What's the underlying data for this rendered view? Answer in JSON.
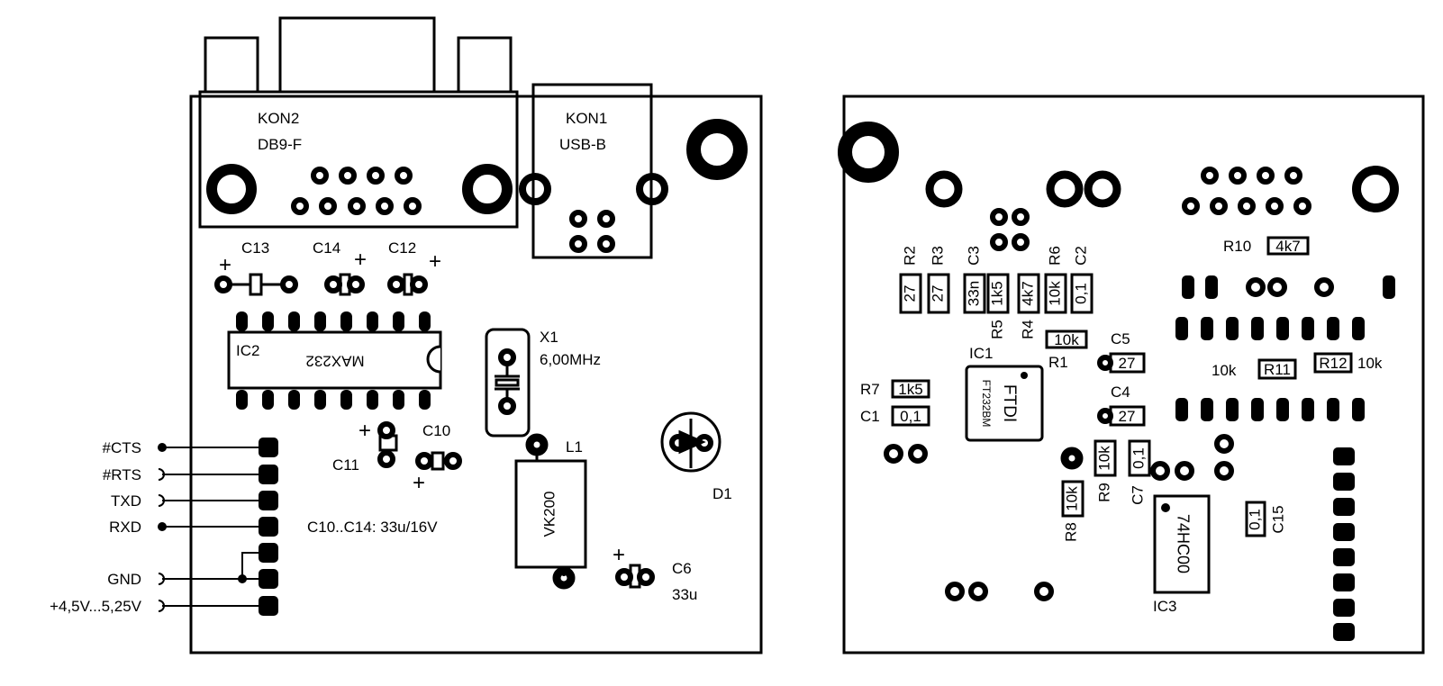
{
  "left_board": {
    "connector_kon2": {
      "ref": "KON2",
      "type": "DB9-F"
    },
    "connector_kon1": {
      "ref": "KON1",
      "type": "USB-B"
    },
    "caps_top": [
      "C13",
      "C14",
      "C12"
    ],
    "ic2": {
      "ref": "IC2",
      "part": "MAX232"
    },
    "crystal": {
      "ref": "X1",
      "value": "6,00MHz"
    },
    "cap_c10": "C10",
    "cap_c11": "C11",
    "cap_note": "C10..C14: 33u/16V",
    "inductor": {
      "ref": "L1",
      "value": "VK200"
    },
    "diode": "D1",
    "cap_c6": {
      "ref": "C6",
      "value": "33u"
    },
    "plus_sign": "+",
    "signals": [
      "#CTS",
      "#RTS",
      "TXD",
      "RXD",
      "GND",
      "+4,5V...5,25V"
    ]
  },
  "right_board": {
    "vertical_resistors": [
      {
        "ref": "R2",
        "value": "27"
      },
      {
        "ref": "R3",
        "value": "27"
      },
      {
        "ref": "C3",
        "value": "33n"
      },
      {
        "ref": "R5",
        "value": "1k5"
      },
      {
        "ref": "R4",
        "value": "4k7"
      },
      {
        "ref": "R6",
        "value": "10k"
      },
      {
        "ref": "C2",
        "value": "0,1"
      }
    ],
    "r10": {
      "ref": "R10",
      "value": "4k7"
    },
    "r1": {
      "ref": "R1",
      "value": "10k"
    },
    "c5": {
      "ref": "C5",
      "value": "27"
    },
    "c4": {
      "ref": "C4",
      "value": "27"
    },
    "r11": {
      "ref": "R11",
      "value": "10k"
    },
    "r12": {
      "ref": "R12",
      "value": "10k"
    },
    "r7": {
      "ref": "R7",
      "value": "1k5"
    },
    "c1": {
      "ref": "C1",
      "value": "0,1"
    },
    "ic1": {
      "ref": "IC1",
      "maker": "FTDI",
      "part": "FT232BM"
    },
    "r8": {
      "ref": "R8",
      "value": "10k"
    },
    "r9": {
      "ref": "R9",
      "value": "10k"
    },
    "c7": {
      "ref": "C7",
      "value": "0,1"
    },
    "ic3": {
      "ref": "IC3",
      "part": "74HC00"
    },
    "c15": {
      "ref": "C15",
      "value": "0,1"
    }
  }
}
